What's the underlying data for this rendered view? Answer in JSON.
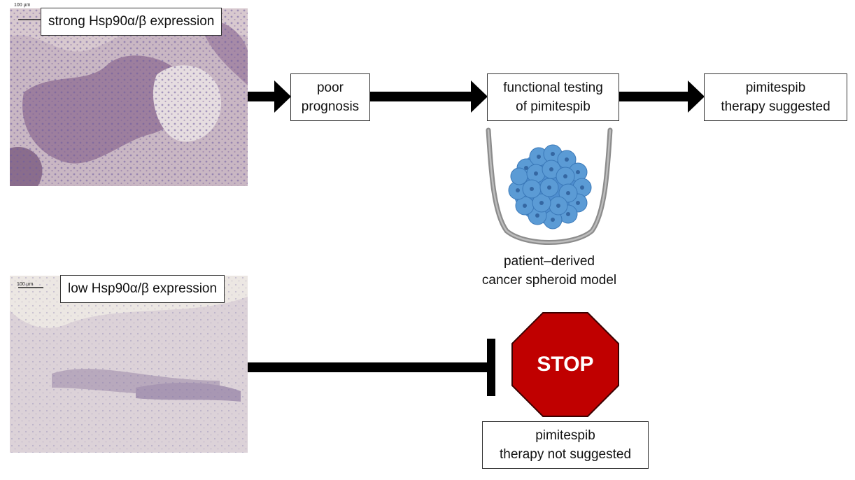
{
  "top_row": {
    "image_label": "strong Hsp90α/β expression",
    "scale_bar_text": "100 µm",
    "step1": [
      "poor",
      "prognosis"
    ],
    "step2": [
      "functional testing",
      "of pimitespib"
    ],
    "step3": [
      "pimitespib",
      "therapy suggested"
    ],
    "spheroid_caption": [
      "patient–derived",
      "cancer spheroid model"
    ]
  },
  "bottom_row": {
    "image_label": "low Hsp90α/β expression",
    "scale_bar_text": "100 µm",
    "stop_sign": "STOP",
    "outcome": [
      "pimitespib",
      "therapy not suggested"
    ]
  },
  "colors": {
    "arrow": "#000000",
    "stop_fill": "#c00000",
    "spheroid_cell": "#5b9bd5",
    "tissue_strong": "#a98aa8",
    "tissue_low": "#e2d9dc"
  }
}
